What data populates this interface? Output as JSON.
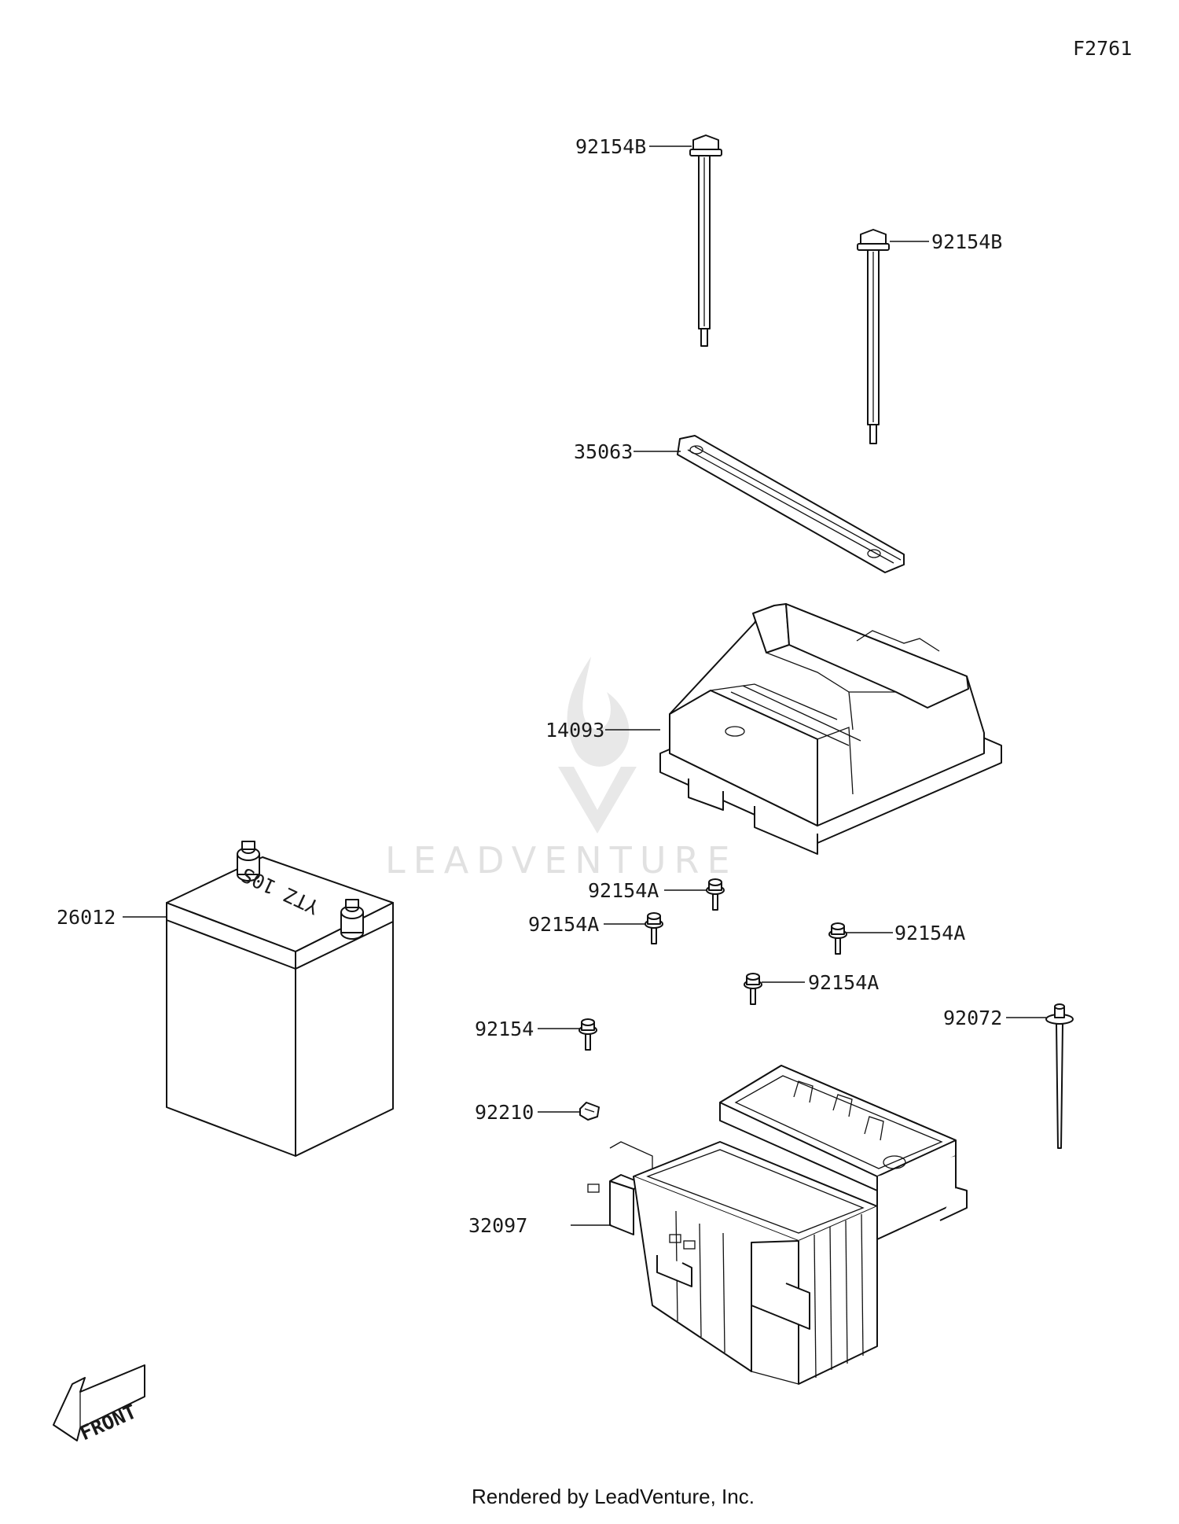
{
  "figure_code": "F2761",
  "watermark": "LEADVENTURE",
  "footer": "Rendered by LeadVenture, Inc.",
  "front_arrow_text": "FRONT",
  "battery_label": "YTZ 10S",
  "callouts": [
    {
      "id": "c-92154B-top",
      "text": "92154B"
    },
    {
      "id": "c-92154B-right",
      "text": "92154B"
    },
    {
      "id": "c-35063",
      "text": "35063"
    },
    {
      "id": "c-14093",
      "text": "14093"
    },
    {
      "id": "c-26012",
      "text": "26012"
    },
    {
      "id": "c-92154A-1",
      "text": "92154A"
    },
    {
      "id": "c-92154A-2",
      "text": "92154A"
    },
    {
      "id": "c-92154A-3",
      "text": "92154A"
    },
    {
      "id": "c-92154A-4",
      "text": "92154A"
    },
    {
      "id": "c-92072",
      "text": "92072"
    },
    {
      "id": "c-92154",
      "text": "92154"
    },
    {
      "id": "c-92210",
      "text": "92210"
    },
    {
      "id": "c-32097",
      "text": "32097"
    }
  ]
}
